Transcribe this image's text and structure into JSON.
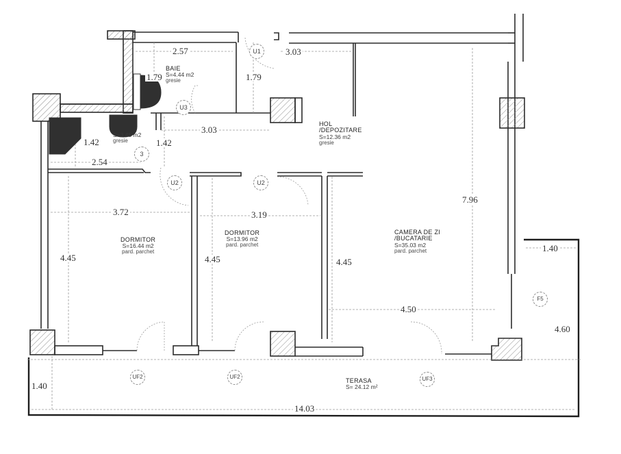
{
  "plan": {
    "rooms": [
      {
        "id": "baie-1",
        "name": "BAIE",
        "area": "S=4.44 m2",
        "floor": "gresie"
      },
      {
        "id": "baie-2",
        "name": "",
        "area": "S=3.45 m2",
        "floor": "gresie"
      },
      {
        "id": "hol",
        "name": "HOL",
        "name2": "/DEPOZITARE",
        "area": "S=12.36 m2",
        "floor": "gresie"
      },
      {
        "id": "dormitor-1",
        "name": "DORMITOR",
        "area": "S=16.44 m2",
        "floor": "pard. parchet"
      },
      {
        "id": "dormitor-2",
        "name": "DORMITOR",
        "area": "S=13.96 m2",
        "floor": "pard. parchet"
      },
      {
        "id": "camera-zi",
        "name": "CAMERA DE ZI",
        "name2": "/BUCATARIE",
        "area": "S=35.03 m2",
        "floor": "pard. parchet"
      },
      {
        "id": "terasa",
        "name": "TERASA",
        "area": "S= 24.12 m²"
      }
    ],
    "dimensions": {
      "baie_width": "2.57",
      "baie_height": "1.79",
      "u1_height": "1.79",
      "top_corridor": "3.03",
      "hol_width": "3.03",
      "baie2_height_left": "1.42",
      "baie2_height_right": "1.42",
      "baie2_width": "2.54",
      "dormitor1_width": "3.72",
      "dormitor1_height": "4.45",
      "dormitor2_width": "3.19",
      "dormitor2_height": "4.45",
      "camera_height": "4.45",
      "camera_width": "4.50",
      "camera_length": "7.96",
      "terrace_side_width": "1.40",
      "terrace_side_height": "4.60",
      "terrace_depth": "1.40",
      "total_width": "14.03"
    },
    "door_tags": {
      "u1": "U1",
      "u3": "U3",
      "u3b": "3",
      "u2a": "U2",
      "u2b": "U2",
      "uf2a": "UF2",
      "uf2b": "UF2",
      "uf3": "UF3",
      "f5": "F5"
    },
    "colors": {
      "wall": "#2b2b2b",
      "hatch": "#8a8a8a",
      "dim_line": "#9a9a9a",
      "fixture": "#303030"
    }
  }
}
